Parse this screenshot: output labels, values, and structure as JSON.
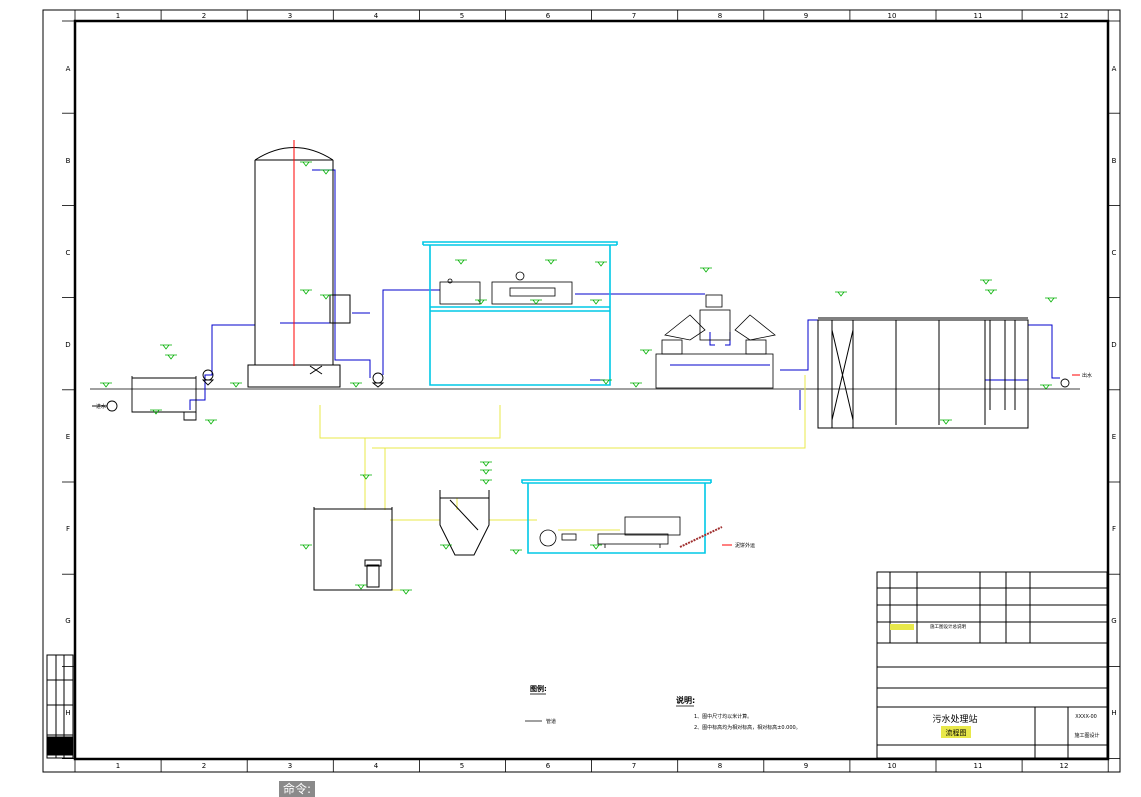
{
  "frame": {
    "col_numbers": [
      "1",
      "2",
      "3",
      "4",
      "5",
      "6",
      "7",
      "8",
      "9",
      "10",
      "11",
      "12"
    ],
    "row_letters": [
      "A",
      "B",
      "C",
      "D",
      "E",
      "F",
      "G",
      "H"
    ]
  },
  "title_block": {
    "project_title": "污水处理站",
    "drawing_name": "流程图",
    "phase": "施工图设计",
    "line2_label": "施工图设计总说明",
    "drawing_no": "XXXX-00"
  },
  "notes": {
    "heading": "说明:",
    "item1": "1、图中尺寸均以米计算。",
    "item2": "2、图中标高均为相对标高，相对标高±0.000。"
  },
  "legend": {
    "heading": "图例:",
    "pipe_label": "管道"
  },
  "labels": {
    "inlet": "进水",
    "outlet": "出水",
    "mud_cake": "泥饼外运"
  },
  "command_line": {
    "prompt": "命令:"
  },
  "colors": {
    "frame": "#000000",
    "water_pipe": "#0000cc",
    "sludge_pipe": "#e8e84a",
    "building": "#00c8e6",
    "elevation_mark": "#00b000",
    "red_line": "#ff0000"
  }
}
